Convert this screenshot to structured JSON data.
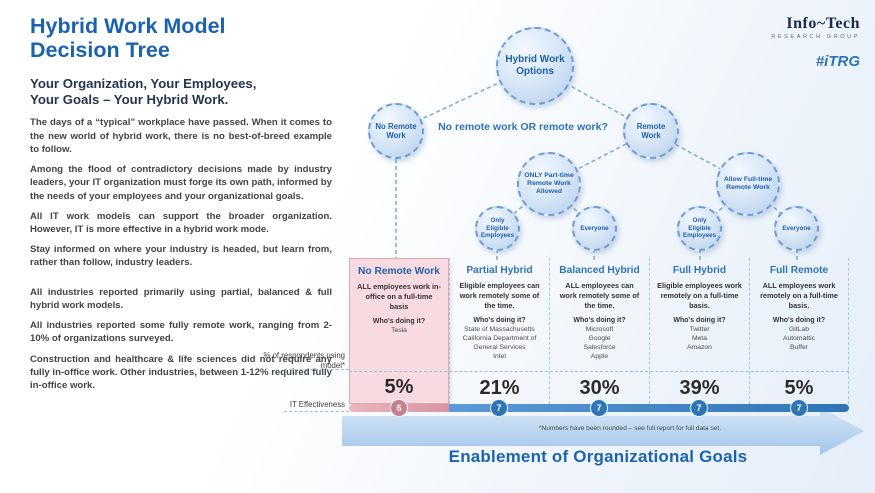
{
  "colors": {
    "accent_blue": "#1b63ad",
    "header_blue": "#2e75b6",
    "node_text_blue": "#1e5fa9",
    "pink_column_bg": "#f8dbe0",
    "rose_badge": "#c9808d",
    "bar_blue": "#2e75b6"
  },
  "logo": {
    "brand": "Info~Tech",
    "subbrand": "RESEARCH GROUP",
    "hashtag": "#iTRG"
  },
  "sidebar": {
    "title_lines": [
      "Hybrid Work Model",
      "Decision Tree"
    ],
    "subtitle_lines": [
      "Your Organization, Your Employees,",
      "Your Goals – Your Hybrid Work."
    ],
    "paragraphs": [
      "The days of a “typical” workplace have passed. When it comes to the new world of hybrid work, there is no best-of-breed example to follow.",
      "Among the flood of contradictory decisions made by industry leaders, your IT organization must forge its own path, informed by the needs of your employees and your organizational goals.",
      "All IT work models can support the broader organization. However, IT is more effective in a hybrid work mode.",
      "Stay informed on where your industry is headed, but learn from, rather than follow, industry leaders."
    ],
    "findings": [
      "All industries reported primarily using partial, balanced & full hybrid work models.",
      "All industries reported some fully remote work, ranging from 2-10% of organizations surveyed.",
      "Construction and healthcare & life sciences did not require any fully in-office work. Other industries, between 1-12% required fully in-office work."
    ]
  },
  "tree": {
    "root": "Hybrid Work Options",
    "question": "No remote work OR remote work?",
    "no_remote": "No Remote Work",
    "remote": "Remote Work",
    "part_time": "ONLY Part-time Remote Work Allowed",
    "full_time": "Allow Full-time Remote Work",
    "eligible_left": "Only Eligible Employees",
    "everyone_left": "Everyone",
    "eligible_right": "Only Eligible Employees",
    "everyone_right": "Everyone"
  },
  "columns": [
    {
      "name": "No Remote Work",
      "description": "ALL employees work in-office on a full-time basis",
      "who_label": "Who's doing it?",
      "companies": [
        "Tesla"
      ],
      "percent": "5%",
      "effectiveness": "6"
    },
    {
      "name": "Partial Hybrid",
      "description": "Eligible employees can work remotely some of the time.",
      "who_label": "Who's doing it?",
      "companies": [
        "State of Massachusetts",
        "California Department of General Services",
        "Intel"
      ],
      "percent": "21%",
      "effectiveness": "7"
    },
    {
      "name": "Balanced Hybrid",
      "description": "ALL employees can work remotely some of the time.",
      "who_label": "Who's doing it?",
      "companies": [
        "Microsoft",
        "Google",
        "Salesforce",
        "Apple"
      ],
      "percent": "30%",
      "effectiveness": "7"
    },
    {
      "name": "Full Hybrid",
      "description": "Eligible employees work remotely on a full-time basis.",
      "who_label": "Who's doing it?",
      "companies": [
        "Twitter",
        "Meta",
        "Amazon"
      ],
      "percent": "39%",
      "effectiveness": "7"
    },
    {
      "name": "Full Remote",
      "description": "ALL employees work remotely on a full-time basis.",
      "who_label": "Who's doing it?",
      "companies": [
        "GitLab",
        "Automattic",
        "Buffer"
      ],
      "percent": "5%",
      "effectiveness": "7"
    }
  ],
  "axis": {
    "respondents_label": "% of respondents using model*",
    "effectiveness_label": "IT Effectiveness",
    "footnote": "*Numbers have been rounded – see full report for full data set.",
    "banner": "Enablement of Organizational Goals"
  }
}
